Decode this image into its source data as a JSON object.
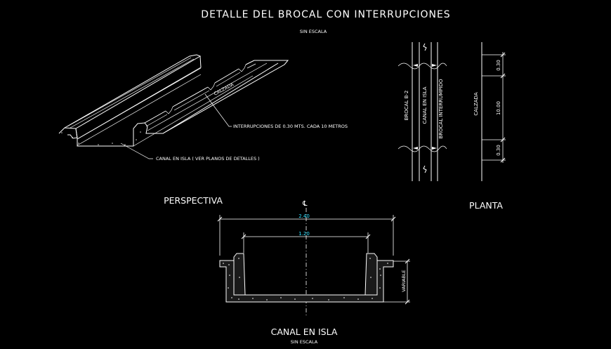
{
  "title": "DETALLE DEL BROCAL CON INTERRUPCIONES",
  "title_scale": "SIN ESCALA",
  "perspective": {
    "label": "PERSPECTIVA",
    "calzada": "CALZADA",
    "note_interruptions": "INTERRUPCIONES DE 0.30 MTS. CADA 10 METROS",
    "note_canal": "CANAL EN ISLA ( VER PLANOS DE DETALLES )"
  },
  "plan": {
    "label": "PLANTA",
    "brocal_b2": "BROCAL B-2",
    "canal_en_isla": "CANAL EN ISLA",
    "brocal_interrumpido": "BROCAL INTERRUMPIDO",
    "calzada": "CALZADA",
    "dim_top": "0.30",
    "dim_middle": "10.00",
    "dim_bottom": "0.30"
  },
  "section": {
    "label": "CANAL EN ISLA",
    "scale": "SIN ESCALA",
    "centerline_symbol": "℄",
    "dim_outer": "2.40",
    "dim_inner": "1.20",
    "variable": "VARIABLE"
  },
  "colors": {
    "background": "#000000",
    "lines": "#ffffff",
    "dimension_text": "#2fe0ff"
  }
}
